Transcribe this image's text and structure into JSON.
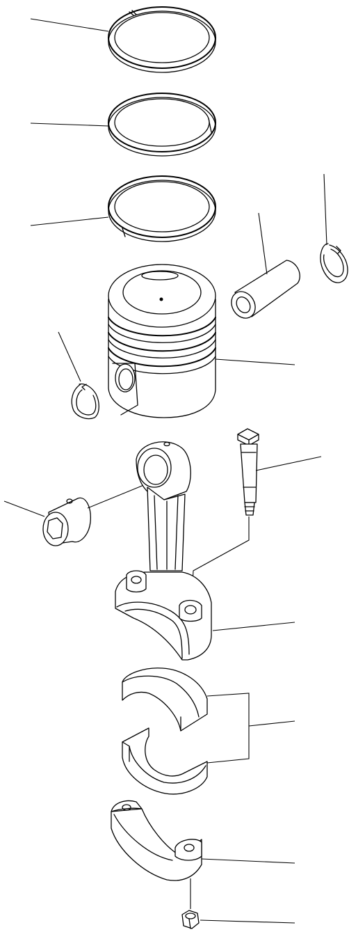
{
  "diagram": {
    "type": "exploded-parts-view",
    "line_color": "#000000",
    "background_color": "#ffffff",
    "parts": [
      "top-piston-ring",
      "second-piston-ring",
      "oil-ring",
      "piston-pin",
      "snap-ring-right",
      "piston",
      "snap-ring-left",
      "connecting-rod-bolt",
      "small-end-bushing",
      "connecting-rod",
      "upper-bearing-shell",
      "lower-bearing-shell",
      "connecting-rod-cap",
      "cap-nut"
    ]
  }
}
